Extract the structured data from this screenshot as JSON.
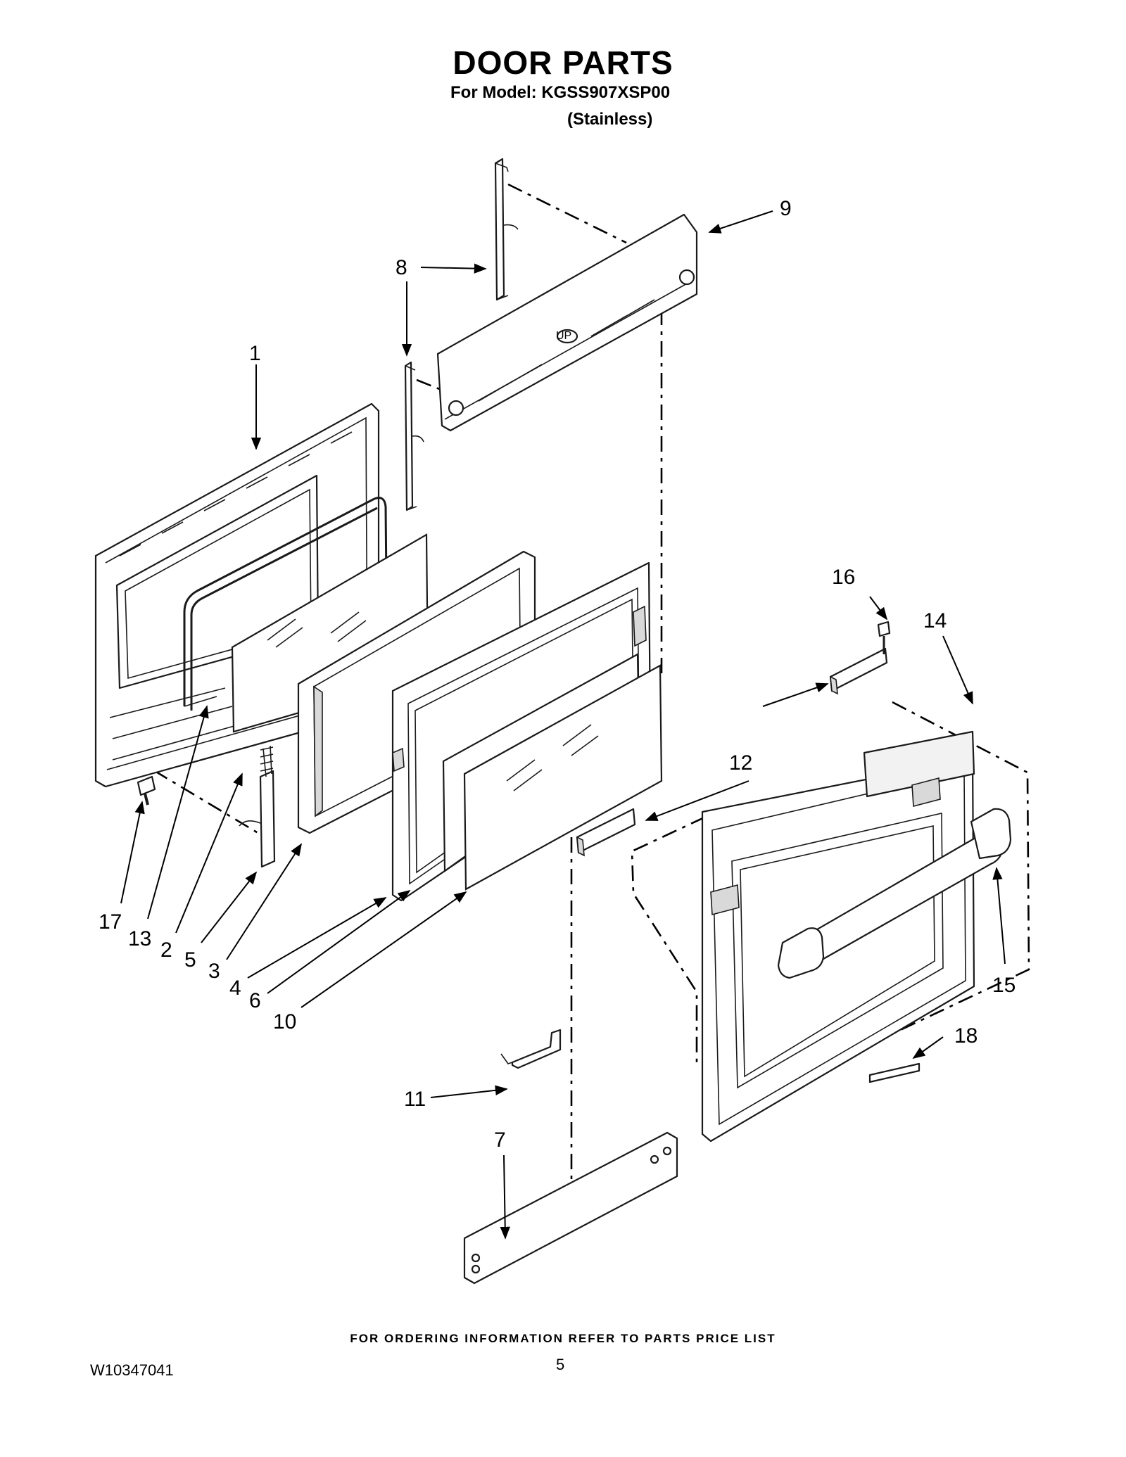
{
  "header": {
    "title": "DOOR PARTS",
    "model_line": "For Model: KGSS907XSP00",
    "finish_line": "(Stainless)"
  },
  "footer": {
    "ordering_note": "FOR ORDERING INFORMATION REFER TO PARTS PRICE LIST",
    "document_number": "W10347041",
    "page_number": "5"
  },
  "diagram": {
    "callouts": [
      "1",
      "2",
      "3",
      "4",
      "5",
      "6",
      "7",
      "8",
      "9",
      "10",
      "11",
      "12",
      "13",
      "14",
      "15",
      "16",
      "17",
      "18"
    ],
    "embossed_text": {
      "up_marking": "UP"
    }
  }
}
